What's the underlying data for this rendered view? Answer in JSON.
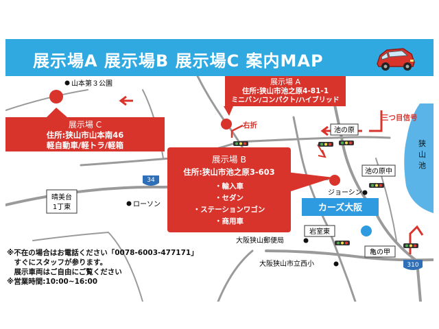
{
  "header": {
    "title": "展示場A 展示場B 展示場C 案内MAP",
    "car_icon": "car-icon"
  },
  "showrooms": {
    "a": {
      "name": "展示場 A",
      "address": "住所:狭山市池之原4-81-1",
      "category": "ミニバン/コンパクト/ハイブリッド"
    },
    "b": {
      "name": "展示場 B",
      "address": "住所:狭山市池之原3-603",
      "items": [
        "・輸入車",
        "・セダン",
        "・ステーションワゴン",
        "・商用車"
      ]
    },
    "c": {
      "name": "展示場 C",
      "address": "住所:狭山市山本南46",
      "category": "軽自動車/軽トラ/軽箱"
    }
  },
  "landmarks": {
    "park": "山本第３公園",
    "lawson": "ローソン",
    "joshin": "ジョーシン",
    "post_office": "大阪狭山郵便局",
    "school": "大阪狭山市立西小",
    "lake": "狭山池",
    "cars_osaka": "カーズ大阪"
  },
  "intersections": {
    "seibidai": "晴美台\n1丁東",
    "ikenohara": "池の原",
    "ikenohara_naka": "池の原中",
    "iwamuro_higashi": "岩室東",
    "kamenoko": "亀の甲"
  },
  "annotations": {
    "right_turn": "右折",
    "third_signal": "三つ目信号"
  },
  "roads": {
    "r34": "34",
    "r310": "310"
  },
  "footer": {
    "line1": "※不在の場合はお電話ください「0078-6003-477171」",
    "line2": "　すぐにスタッフが参ります。",
    "line3": "　展示車両はご自由にご覧ください",
    "line4": "※営業時間:10:00~16:00"
  },
  "colors": {
    "header_bg": "#30a8e0",
    "callout_red": "#d8342c",
    "road_gray": "#9a9a9a",
    "lake_blue": "#5ab4e8",
    "badge_blue": "#2e9be0",
    "signal_yellow": "#f7e04a"
  }
}
